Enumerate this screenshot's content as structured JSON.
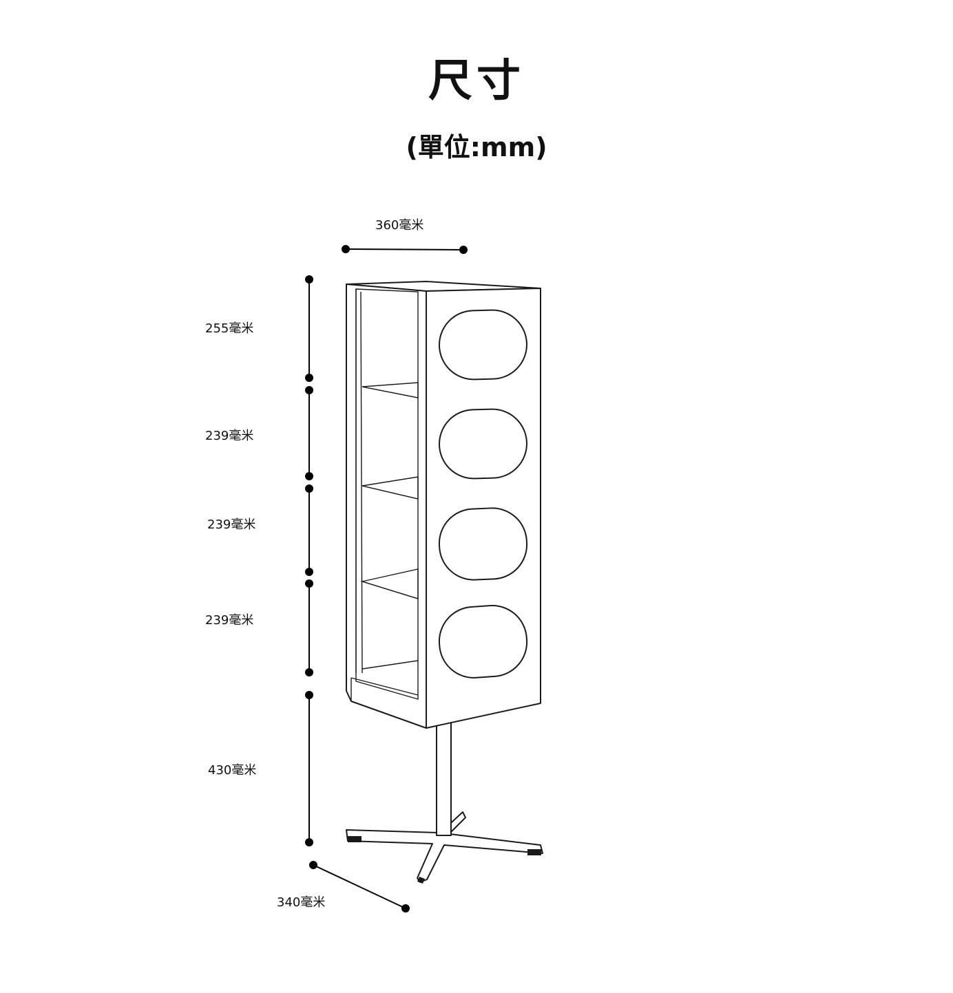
{
  "header": {
    "title": "尺寸",
    "unit": "(單位:mm)"
  },
  "dimensions": {
    "width": "360毫米",
    "shelf1": "255毫米",
    "shelf2": "239毫米",
    "shelf3": "239毫米",
    "shelf4": "239毫米",
    "stand": "430毫米",
    "depth": "340毫米"
  },
  "colors": {
    "line": "#1a1a1a",
    "background": "#ffffff"
  }
}
